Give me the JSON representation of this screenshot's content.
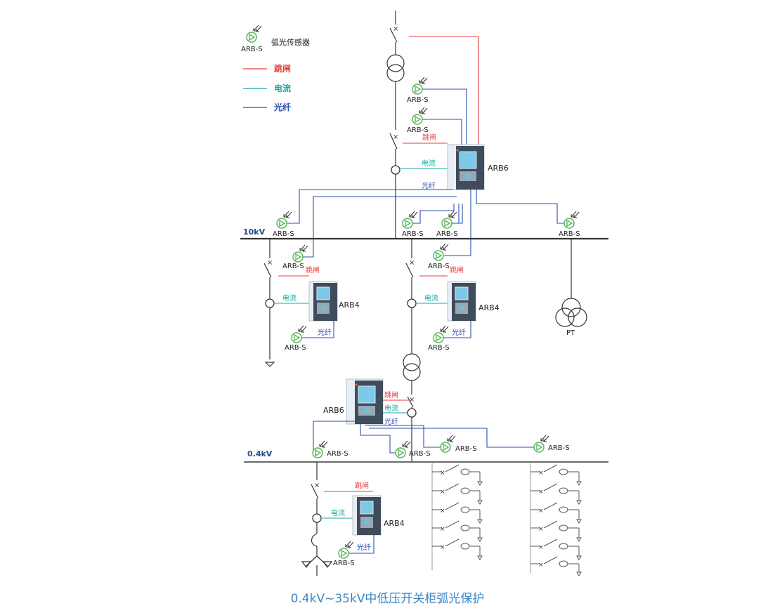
{
  "legend": {
    "sensor_text": "ARB-S",
    "sensor_label": "弧光传感器",
    "trip": "跳闸",
    "current": "电流",
    "fiber": "光纤"
  },
  "labels": {
    "trip": "跳闸",
    "current": "电流",
    "fiber": "光纤",
    "sensor": "ARB-S",
    "arb6": "ARB6",
    "arb4": "ARB4",
    "bus_10kv": "10kV",
    "bus_04kv": "0.4kV",
    "pt": "PT"
  },
  "colors": {
    "trip": "#e83a3a",
    "current": "#1aa8a0",
    "fiber": "#2a4fb0",
    "sensor": "#5cb85c",
    "bus_label": "#1f4e8c",
    "caption": "#3b88c8"
  },
  "caption": "0.4kV~35kV中低压开关柜弧光保护"
}
